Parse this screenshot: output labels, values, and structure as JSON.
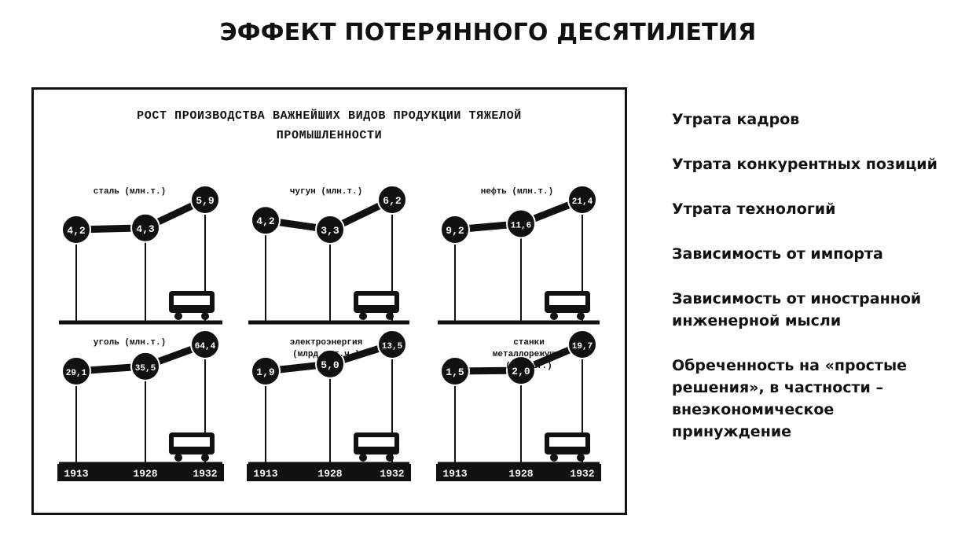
{
  "page": {
    "title": "ЭФФЕКТ ПОТЕРЯННОГО ДЕСЯТИЛЕТИЯ"
  },
  "poster": {
    "title_line1": "РОСТ ПРОИЗВОДСТВА ВАЖНЕЙШИХ ВИДОВ ПРОДУКЦИИ ТЯЖЕЛОЙ",
    "title_line2": "ПРОМЫШЛЕННОСТИ"
  },
  "bullets": [
    "Утрата кадров",
    "Утрата конкурентных позиций",
    "Утрата технологий",
    "Зависимость от импорта",
    "Зависимость от иностранной\nинженерной мысли",
    "Обреченность на «простые\nрешения», в частности –\nвнеэкономическое\nпринуждение"
  ],
  "chart_data": [
    {
      "type": "line",
      "title": "сталь (млн.т.)",
      "x": [
        "1913",
        "1928",
        "1932"
      ],
      "series": [
        {
          "values": [
            4.2,
            4.3,
            5.9
          ],
          "labels": [
            "4,2",
            "4,3",
            "5,9"
          ]
        }
      ],
      "illustration": "ladle-icon"
    },
    {
      "type": "line",
      "title": "чугун (млн.т.)",
      "x": [
        "1913",
        "1928",
        "1932"
      ],
      "series": [
        {
          "values": [
            4.2,
            3.3,
            6.2
          ],
          "labels": [
            "4,2",
            "3,3",
            "6,2"
          ]
        }
      ],
      "illustration": "ore-wagon-icon"
    },
    {
      "type": "line",
      "title": "нефть (млн.т.)",
      "x": [
        "1913",
        "1928",
        "1932"
      ],
      "series": [
        {
          "values": [
            9.2,
            11.6,
            21.4
          ],
          "labels": [
            "9,2",
            "11,6",
            "21,4"
          ]
        }
      ],
      "illustration": "tank-car-icon"
    },
    {
      "type": "line",
      "title": "уголь (млн.т.)",
      "x": [
        "1913",
        "1928",
        "1932"
      ],
      "series": [
        {
          "values": [
            29.1,
            35.5,
            64.4
          ],
          "labels": [
            "29,1",
            "35,5",
            "64,4"
          ]
        }
      ],
      "illustration": "coal-wagon-icon"
    },
    {
      "type": "line",
      "title": "электроэнергия\n(млрд.квт.ч.)",
      "x": [
        "1913",
        "1928",
        "1932"
      ],
      "series": [
        {
          "values": [
            1.9,
            5.0,
            13.5
          ],
          "labels": [
            "1,9",
            "5,0",
            "13,5"
          ]
        }
      ],
      "illustration": "power-plant-icon"
    },
    {
      "type": "line",
      "title": "станки\nметаллорежущие\n(тыс.шт.)",
      "x": [
        "1913",
        "1928",
        "1932"
      ],
      "series": [
        {
          "values": [
            1.5,
            2.0,
            19.7
          ],
          "labels": [
            "1,5",
            "2,0",
            "19,7"
          ]
        }
      ],
      "illustration": "machine-tool-icon"
    }
  ]
}
